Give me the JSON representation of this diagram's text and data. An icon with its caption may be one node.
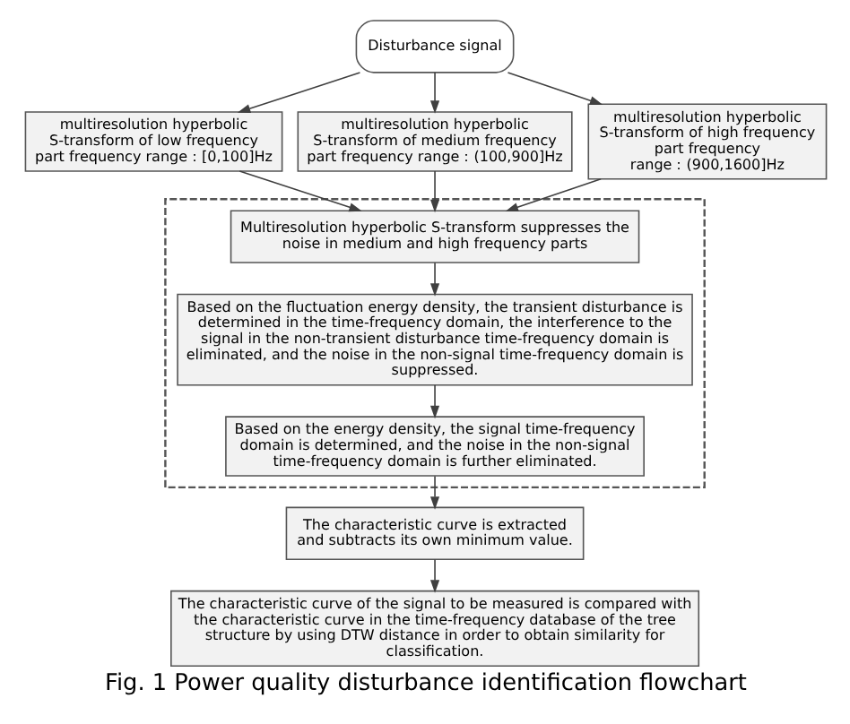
{
  "diagram": {
    "caption": "Fig. 1 Power quality disturbance identification flowchart",
    "nodes": [
      {
        "text": [
          "Disturbance signal"
        ]
      },
      {
        "text": [
          "multiresolution hyperbolic S-transform of low frequency part frequency range：[0,100]Hz"
        ]
      },
      {
        "text": [
          "multiresolution hyperbolic S-transform of medium frequency part frequency range：(100,900]Hz"
        ]
      },
      {
        "text": [
          "multiresolution hyperbolic S-transform of high frequency part frequency range：(900,1600]Hz"
        ]
      },
      {
        "text": [],
        "shape": "box"
      },
      {
        "text": [
          "Multiresolution hyperbolic S-transform suppresses the noise in medium and high frequency parts"
        ],
        "in": 4
      },
      {
        "text": [
          "Based on the fluctuation energy density, the transient disturbance is determined in the time-frequency domain, the interference to the signal in the non-transient disturbance time-frequency domain is eliminated, and the noise in the non-signal time-frequency domain is suppressed."
        ],
        "in": 4
      },
      {
        "text": [
          "Based on the energy density, the signal time-frequency domain is determined, and the noise in the non-signal time-frequency domain is further eliminated."
        ],
        "in": 4
      },
      {
        "text": [
          "The characteristic curve is extracted and subtracts its own minimum value."
        ]
      },
      {
        "text": [
          "The characteristic curve of the signal to be measured is compared with the characteristic curve in the time-frequency database of the tree structure by using DTW distance in order to obtain similarity for classification."
        ]
      }
    ],
    "edges": [
      {
        "from": 0,
        "to": 1,
        "arrow": "to"
      },
      {
        "from": 0,
        "to": 2,
        "arrow": "to"
      },
      {
        "from": 0,
        "to": 3,
        "arrow": "to"
      },
      {
        "from": 1,
        "to": 5,
        "arrow": "to"
      },
      {
        "from": 2,
        "to": 5,
        "arrow": "to"
      },
      {
        "from": 3,
        "to": 5,
        "arrow": "to"
      },
      {
        "from": 5,
        "to": 6,
        "arrow": "to"
      },
      {
        "from": 6,
        "to": 7,
        "arrow": "to"
      },
      {
        "from": 7,
        "to": 8,
        "arrow": "to"
      },
      {
        "from": 8,
        "to": 9,
        "arrow": "to"
      }
    ]
  }
}
